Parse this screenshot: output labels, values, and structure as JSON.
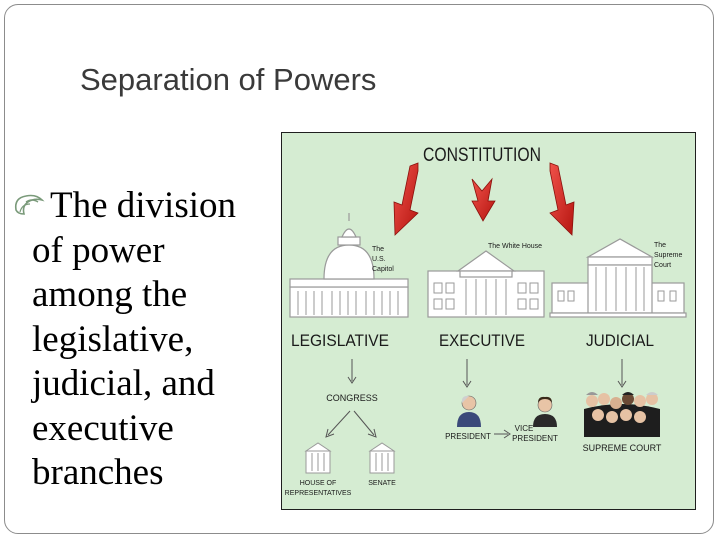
{
  "slide": {
    "title": "Separation of Powers",
    "bullet": {
      "icon": "scroll-bullet-icon",
      "lines": [
        "The division",
        "of power",
        "among the",
        "legislative,",
        "judicial, and",
        "executive",
        "branches"
      ]
    }
  },
  "diagram": {
    "constitution": "CONSTITUTION",
    "branches": {
      "legislative": {
        "name": "LEGISLATIVE",
        "building_caption": [
          "The",
          "U.S.",
          "Capitol"
        ],
        "body": "CONGRESS",
        "houses": [
          "HOUSE OF",
          "REPRESENTATIVES",
          "SENATE"
        ]
      },
      "executive": {
        "name": "EXECUTIVE",
        "building_caption": "The White House",
        "people": [
          "PRESIDENT",
          "VICE",
          "PRESIDENT"
        ]
      },
      "judicial": {
        "name": "JUDICIAL",
        "building_caption": [
          "The",
          "Supreme",
          "Court"
        ],
        "body": "SUPREME COURT"
      }
    },
    "colors": {
      "background": "#d5ecd2",
      "arrow_red": "#e0241b",
      "building_gray": "#9a9a9a"
    }
  }
}
